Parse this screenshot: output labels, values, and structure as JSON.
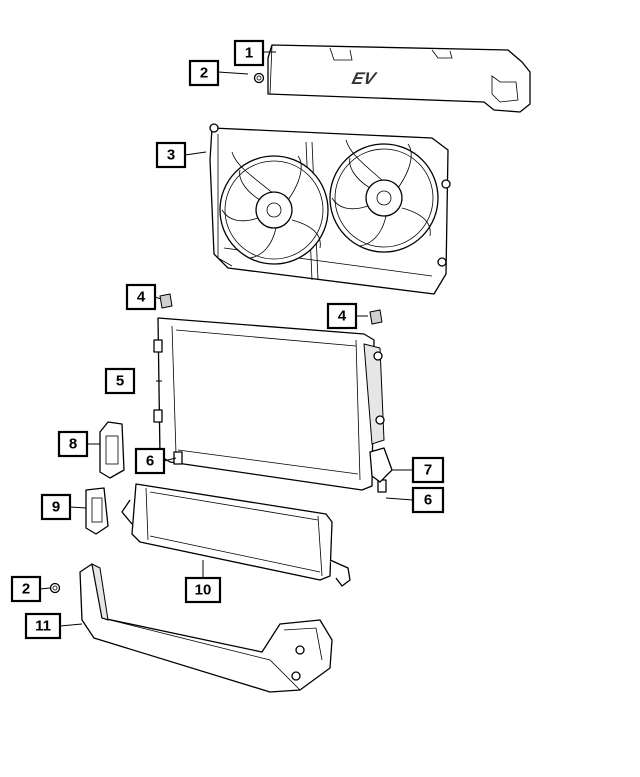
{
  "callouts": [
    {
      "id": "c1",
      "label": "1"
    },
    {
      "id": "c2a",
      "label": "2"
    },
    {
      "id": "c3",
      "label": "3"
    },
    {
      "id": "c4a",
      "label": "4"
    },
    {
      "id": "c4b",
      "label": "4"
    },
    {
      "id": "c5",
      "label": "5"
    },
    {
      "id": "c6a",
      "label": "6"
    },
    {
      "id": "c7",
      "label": "7"
    },
    {
      "id": "c8",
      "label": "8"
    },
    {
      "id": "c6b",
      "label": "6"
    },
    {
      "id": "c9",
      "label": "9"
    },
    {
      "id": "c10",
      "label": "10"
    },
    {
      "id": "c2b",
      "label": "2"
    },
    {
      "id": "c11",
      "label": "11"
    }
  ],
  "upper_shield_text": "EV"
}
